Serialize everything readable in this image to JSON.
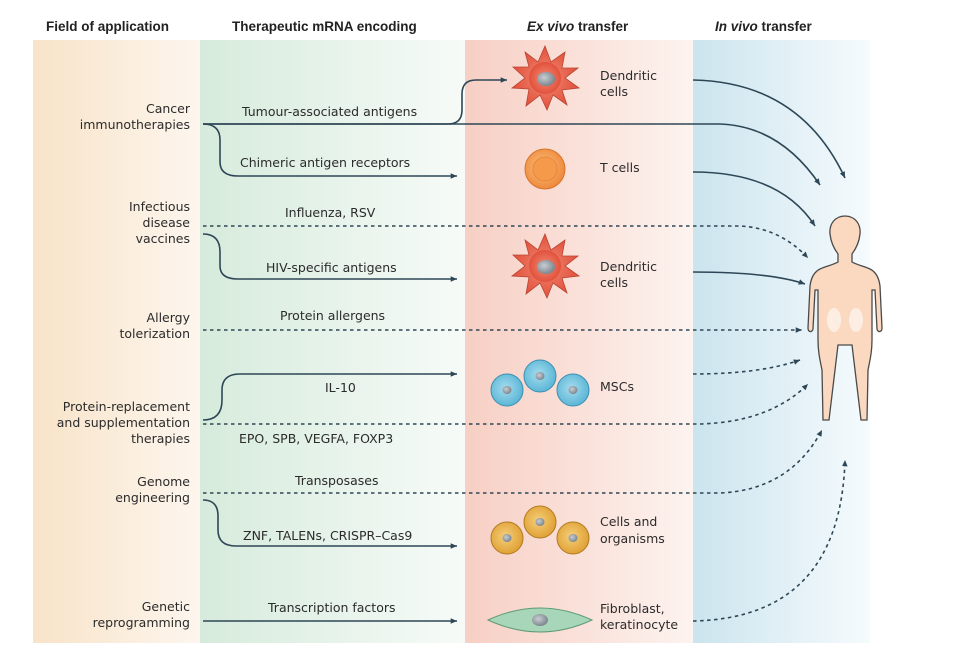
{
  "headers": {
    "field": "Field of application",
    "mrna": "Therapeutic mRNA encoding",
    "exvivo_italic": "Ex vivo",
    "exvivo_rest": " transfer",
    "invivo_italic": "In vivo",
    "invivo_rest": " transfer"
  },
  "fields": [
    {
      "lines": [
        "Cancer",
        "immunotherapies"
      ]
    },
    {
      "lines": [
        "Infectious",
        "disease",
        "vaccines"
      ]
    },
    {
      "lines": [
        "Allergy",
        "tolerization"
      ]
    },
    {
      "lines": [
        "Protein-replacement",
        "and supplementation",
        "therapies"
      ]
    },
    {
      "lines": [
        "Genome",
        "engineering"
      ]
    },
    {
      "lines": [
        "Genetic",
        "reprogramming"
      ]
    }
  ],
  "encodings": [
    "Tumour-associated antigens",
    "Chimeric antigen receptors",
    "Influenza, RSV",
    "HIV-specific antigens",
    "Protein allergens",
    "IL-10",
    "EPO, SPB, VEGFA, FOXP3",
    "Transposases",
    "ZNF, TALENs, CRISPR–Cas9",
    "Transcription factors"
  ],
  "cells": [
    {
      "lines": [
        "Dendritic",
        "cells"
      ]
    },
    {
      "lines": [
        "T cells"
      ]
    },
    {
      "lines": [
        "Dendritic",
        "cells"
      ]
    },
    {
      "lines": [
        "MSCs"
      ]
    },
    {
      "lines": [
        "Cells and",
        "organisms"
      ]
    },
    {
      "lines": [
        "Fibroblast,",
        "keratinocyte"
      ]
    }
  ],
  "colors": {
    "field_band": "#f8e3c8",
    "mrna_band": "#d6ebdc",
    "exvivo_band": "#f7d2c8",
    "invivo_band": "#cfe6ef",
    "arrow": "#2e4756",
    "skin": "#fbd9c0",
    "dendritic": "#e8604c",
    "tcell": "#f29a4e",
    "msc": "#6cbfdc",
    "organism_cell": "#e6a93e",
    "fibroblast": "#9ed1b0"
  }
}
